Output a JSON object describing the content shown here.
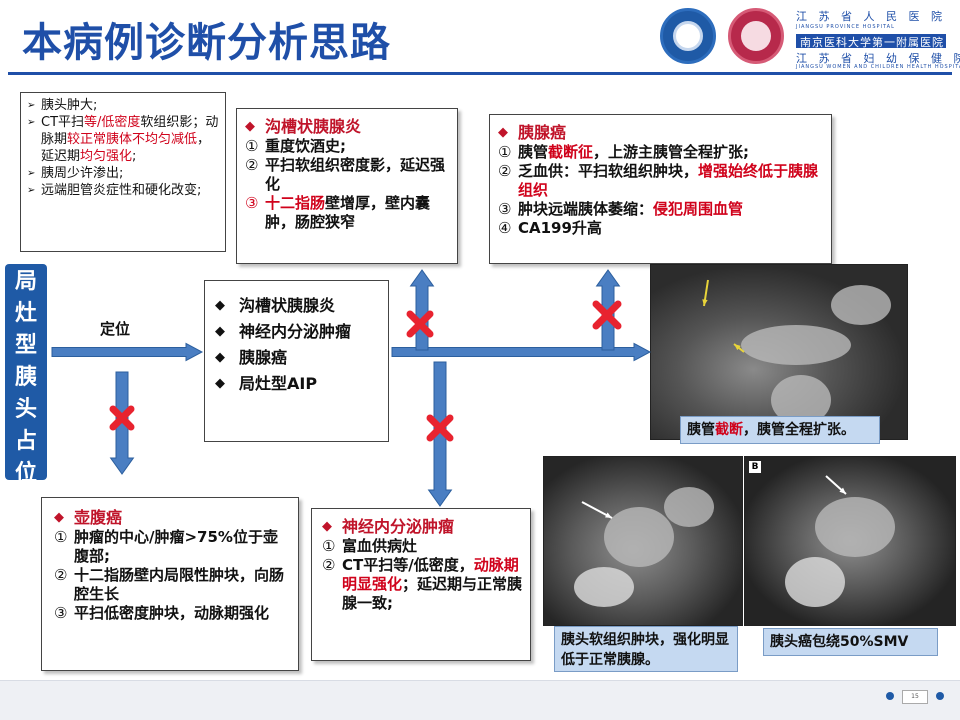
{
  "title": "本病例诊断分析思路",
  "header": {
    "hospital_line1": "江 苏 省 人 民 医 院",
    "hospital_line1_en": "JIANGSU PROVINCE HOSPITAL",
    "hospital_line2": "南京医科大学第一附属医院",
    "hospital_line3": "江 苏 省 妇 幼 保 健 院",
    "hospital_line3_en": "JIANGSU WOMEN AND CHILDREN HEALTH HOSPITAL"
  },
  "findings": {
    "items": [
      [
        {
          "t": "胰头肿大;"
        }
      ],
      [
        {
          "t": "CT平扫"
        },
        {
          "t": "等/低密度",
          "red": true
        },
        {
          "t": "软组织影；动脉期"
        },
        {
          "t": "较正常胰体不均匀减低",
          "red": true
        },
        {
          "t": "，延迟期"
        },
        {
          "t": "均匀强化",
          "red": true
        },
        {
          "t": ";"
        }
      ],
      [
        {
          "t": "胰周少许渗出;"
        }
      ],
      [
        {
          "t": "远端胆管炎症性和硬化改变;"
        }
      ]
    ]
  },
  "groove": {
    "title": "沟槽状胰腺炎",
    "items": [
      {
        "num": "①",
        "parts": [
          {
            "t": "重度饮酒史;"
          }
        ]
      },
      {
        "num": "②",
        "parts": [
          {
            "t": "平扫软组织密度影，延迟强化"
          }
        ]
      },
      {
        "num": "③",
        "red_num": true,
        "parts": [
          {
            "t": "十二指肠",
            "red": true
          },
          {
            "t": "壁增厚，壁内囊肿，肠腔狭窄"
          }
        ]
      }
    ]
  },
  "cancer": {
    "title": "胰腺癌",
    "items": [
      {
        "num": "①",
        "parts": [
          {
            "t": "胰管"
          },
          {
            "t": "截断征",
            "red": true
          },
          {
            "t": "，上游主胰管全程扩张;"
          }
        ]
      },
      {
        "num": "②",
        "parts": [
          {
            "t": "乏血供：平扫软组织肿块，"
          },
          {
            "t": "增强始终低于胰腺组织",
            "red": true
          }
        ]
      },
      {
        "num": "③",
        "parts": [
          {
            "t": "肿块远端胰体萎缩："
          },
          {
            "t": "侵犯周围血管",
            "red": true
          }
        ]
      },
      {
        "num": "④",
        "parts": [
          {
            "t": "CA199升高"
          }
        ]
      }
    ]
  },
  "center": {
    "options": [
      "沟槽状胰腺炎",
      "神经内分泌肿瘤",
      "胰腺癌",
      "局灶型AIP"
    ]
  },
  "side_label": [
    "局",
    "灶",
    "型",
    "胰",
    "头",
    "占",
    "位"
  ],
  "locate_label": "定位",
  "ampulla": {
    "title": "壶腹癌",
    "items": [
      {
        "num": "①",
        "parts": [
          {
            "t": "肿瘤的中心/肿瘤>75%位于壶腹部;"
          }
        ]
      },
      {
        "num": "②",
        "parts": [
          {
            "t": "十二指肠壁内局限性肿块，向肠腔生长"
          }
        ]
      },
      {
        "num": "③",
        "parts": [
          {
            "t": "平扫低密度肿块，动脉期强化"
          }
        ]
      }
    ]
  },
  "net": {
    "title": "神经内分泌肿瘤",
    "items": [
      {
        "num": "①",
        "parts": [
          {
            "t": "富血供病灶"
          }
        ]
      },
      {
        "num": "②",
        "parts": [
          {
            "t": "CT平扫等/低密度，"
          },
          {
            "t": "动脉期明显强化",
            "red": true
          },
          {
            "t": "；延迟期与正常胰腺一致;"
          }
        ]
      }
    ]
  },
  "captions": {
    "scan1": [
      {
        "t": "胰管"
      },
      {
        "t": "截断",
        "red": true
      },
      {
        "t": "，胰管全程扩张。"
      }
    ],
    "scan2": [
      {
        "t": "胰头软组织肿块，强化明显低于正常胰腺。"
      }
    ],
    "scan3": [
      {
        "t": "胰头癌包绕50%SMV"
      }
    ]
  },
  "scan3_label": "B",
  "page_number": "15",
  "colors": {
    "accent": "#1f4fa8",
    "highlight": "#d0021b",
    "x_mark": "#e8232f",
    "arrow": "#4a7ec2"
  }
}
